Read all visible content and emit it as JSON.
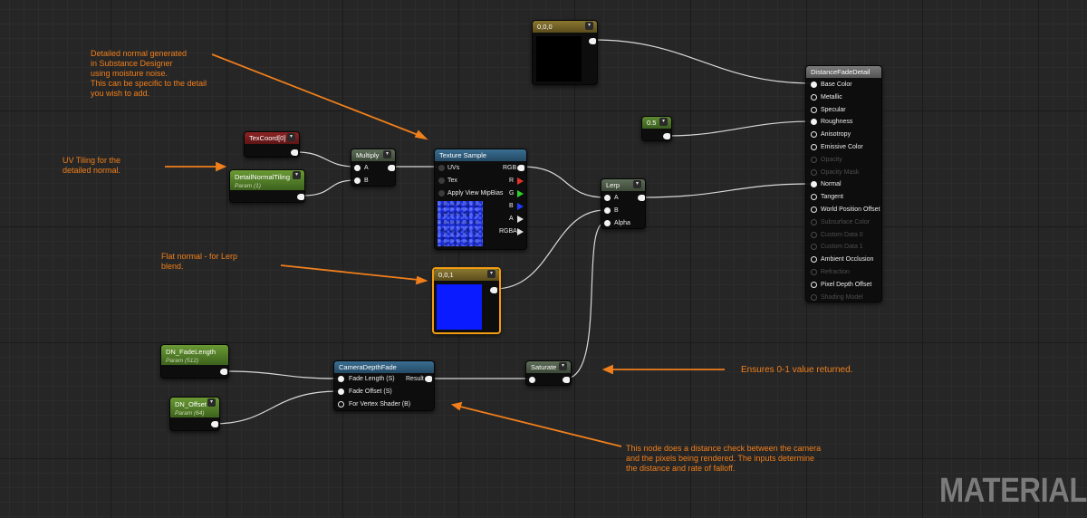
{
  "annotations": {
    "detailed_normal": [
      "Detailed normal generated",
      "in Substance Designer",
      "using moisture noise.",
      "This can be specific to the detail",
      "you wish to add."
    ],
    "uv_tiling": [
      "UV Tiling for the",
      "detailed normal."
    ],
    "flat_normal": [
      "Flat normal - for Lerp",
      "blend."
    ],
    "ensures": "Ensures 0-1 value returned.",
    "camera_depth": [
      "This node does a distance check between the camera",
      "and the pixels being rendered. The inputs determine",
      "the distance and rate of falloff."
    ]
  },
  "watermark": "MATERIAL",
  "colors": {
    "annotation": "#f07f1c",
    "selected_outline": "#f39c12",
    "vector_header": "#7a6a2a",
    "scalar_header": "#4e7a2a",
    "param_header": "#5c8a2a",
    "texcoord_header": "#7a1e1e",
    "math_header": "#4e5e4a",
    "function_header": "#2f5d7c",
    "result_header": "#6d6d6d",
    "wire": "#d9d9d9"
  },
  "nodes": {
    "constant_000": {
      "title": "0,0,0",
      "swatch": "#000000"
    },
    "constant_05": {
      "title": "0.5"
    },
    "texcoord": {
      "title": "TexCoord[0]"
    },
    "detail_tiling": {
      "title": "DetailNormalTiling",
      "subtitle": "Param (1)"
    },
    "multiply": {
      "title": "Multiply",
      "pins": [
        "A",
        "B"
      ]
    },
    "texture_sample": {
      "title": "Texture Sample",
      "inputs": [
        "UVs",
        "Tex",
        "Apply View MipBias"
      ],
      "outputs": [
        "RGB",
        "R",
        "G",
        "B",
        "A",
        "RGBA"
      ]
    },
    "constant_001": {
      "title": "0,0,1",
      "swatch": "#0a1cff"
    },
    "lerp": {
      "title": "Lerp",
      "pins": [
        "A",
        "B",
        "Alpha"
      ]
    },
    "result": {
      "title": "DistanceFadeDetail",
      "inputs": [
        {
          "label": "Base Color",
          "state": "connected"
        },
        {
          "label": "Metallic",
          "state": "open"
        },
        {
          "label": "Specular",
          "state": "open"
        },
        {
          "label": "Roughness",
          "state": "connected"
        },
        {
          "label": "Anisotropy",
          "state": "open"
        },
        {
          "label": "Emissive Color",
          "state": "open"
        },
        {
          "label": "Opacity",
          "state": "disabled"
        },
        {
          "label": "Opacity Mask",
          "state": "disabled"
        },
        {
          "label": "Normal",
          "state": "connected"
        },
        {
          "label": "Tangent",
          "state": "open"
        },
        {
          "label": "World Position Offset",
          "state": "open"
        },
        {
          "label": "Subsurface Color",
          "state": "disabled"
        },
        {
          "label": "Custom Data 0",
          "state": "disabled"
        },
        {
          "label": "Custom Data 1",
          "state": "disabled"
        },
        {
          "label": "Ambient Occlusion",
          "state": "open"
        },
        {
          "label": "Refraction",
          "state": "disabled"
        },
        {
          "label": "Pixel Depth Offset",
          "state": "open"
        },
        {
          "label": "Shading Model",
          "state": "disabled"
        }
      ]
    },
    "dn_fade_length": {
      "title": "DN_FadeLength",
      "subtitle": "Param (512)"
    },
    "dn_offset": {
      "title": "DN_Offset",
      "subtitle": "Param (64)"
    },
    "camera_depth_fade": {
      "title": "CameraDepthFade",
      "inputs": [
        "Fade Length (S)",
        "Fade Offset (S)",
        "For Vertex Shader (B)"
      ],
      "output": "Result"
    },
    "saturate": {
      "title": "Saturate"
    }
  }
}
